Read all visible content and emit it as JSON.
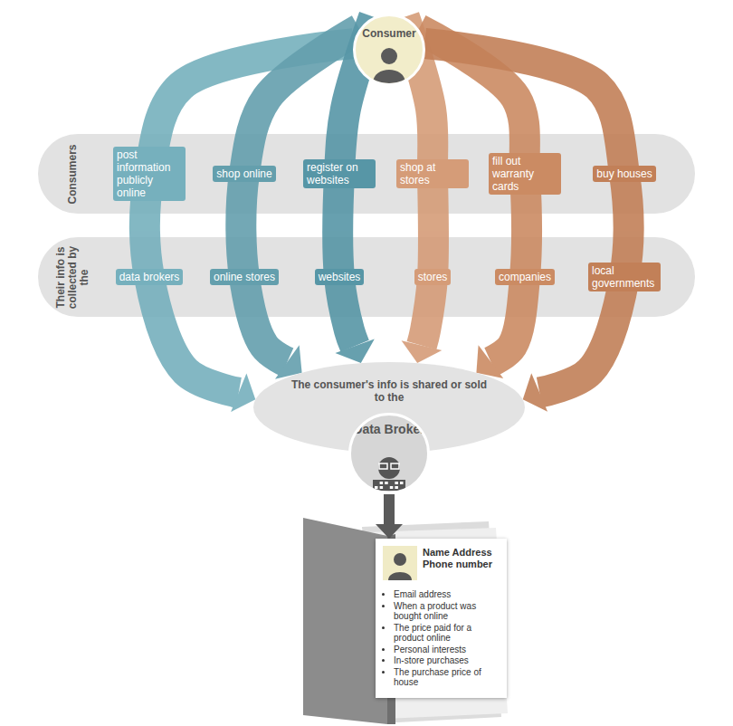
{
  "diagram": {
    "nodes": [
      {
        "text": [
          "Consumer"
        ]
      },
      {
        "text": [
          "Consumers",
          "post information publicly online",
          "shop online",
          "register on websites",
          "shop at stores",
          "fill out warranty cards",
          "buy houses"
        ]
      },
      {
        "text": [
          "Their info is collected by the",
          "data brokers",
          "online stores",
          "websites",
          "stores",
          "companies",
          "local governments"
        ]
      },
      {
        "text": [
          "The consumer's info is shared or sold to the"
        ]
      },
      {
        "text": [
          "Data Broker"
        ]
      },
      {
        "text": [
          "Name Address Phone number",
          "Email address",
          "When a product was bought online",
          "The price paid for a product online",
          "Personal interests",
          "In-store purchases",
          "The purchase price of house"
        ]
      }
    ],
    "edges": [
      {
        "from": 0,
        "to": 3,
        "arrow": "to"
      },
      {
        "from": 0,
        "to": 3,
        "arrow": "to"
      },
      {
        "from": 0,
        "to": 3,
        "arrow": "to"
      },
      {
        "from": 0,
        "to": 3,
        "arrow": "to"
      },
      {
        "from": 0,
        "to": 3,
        "arrow": "to"
      },
      {
        "from": 0,
        "to": 3,
        "arrow": "to"
      },
      {
        "from": 4,
        "to": 5,
        "arrow": "to"
      }
    ]
  }
}
